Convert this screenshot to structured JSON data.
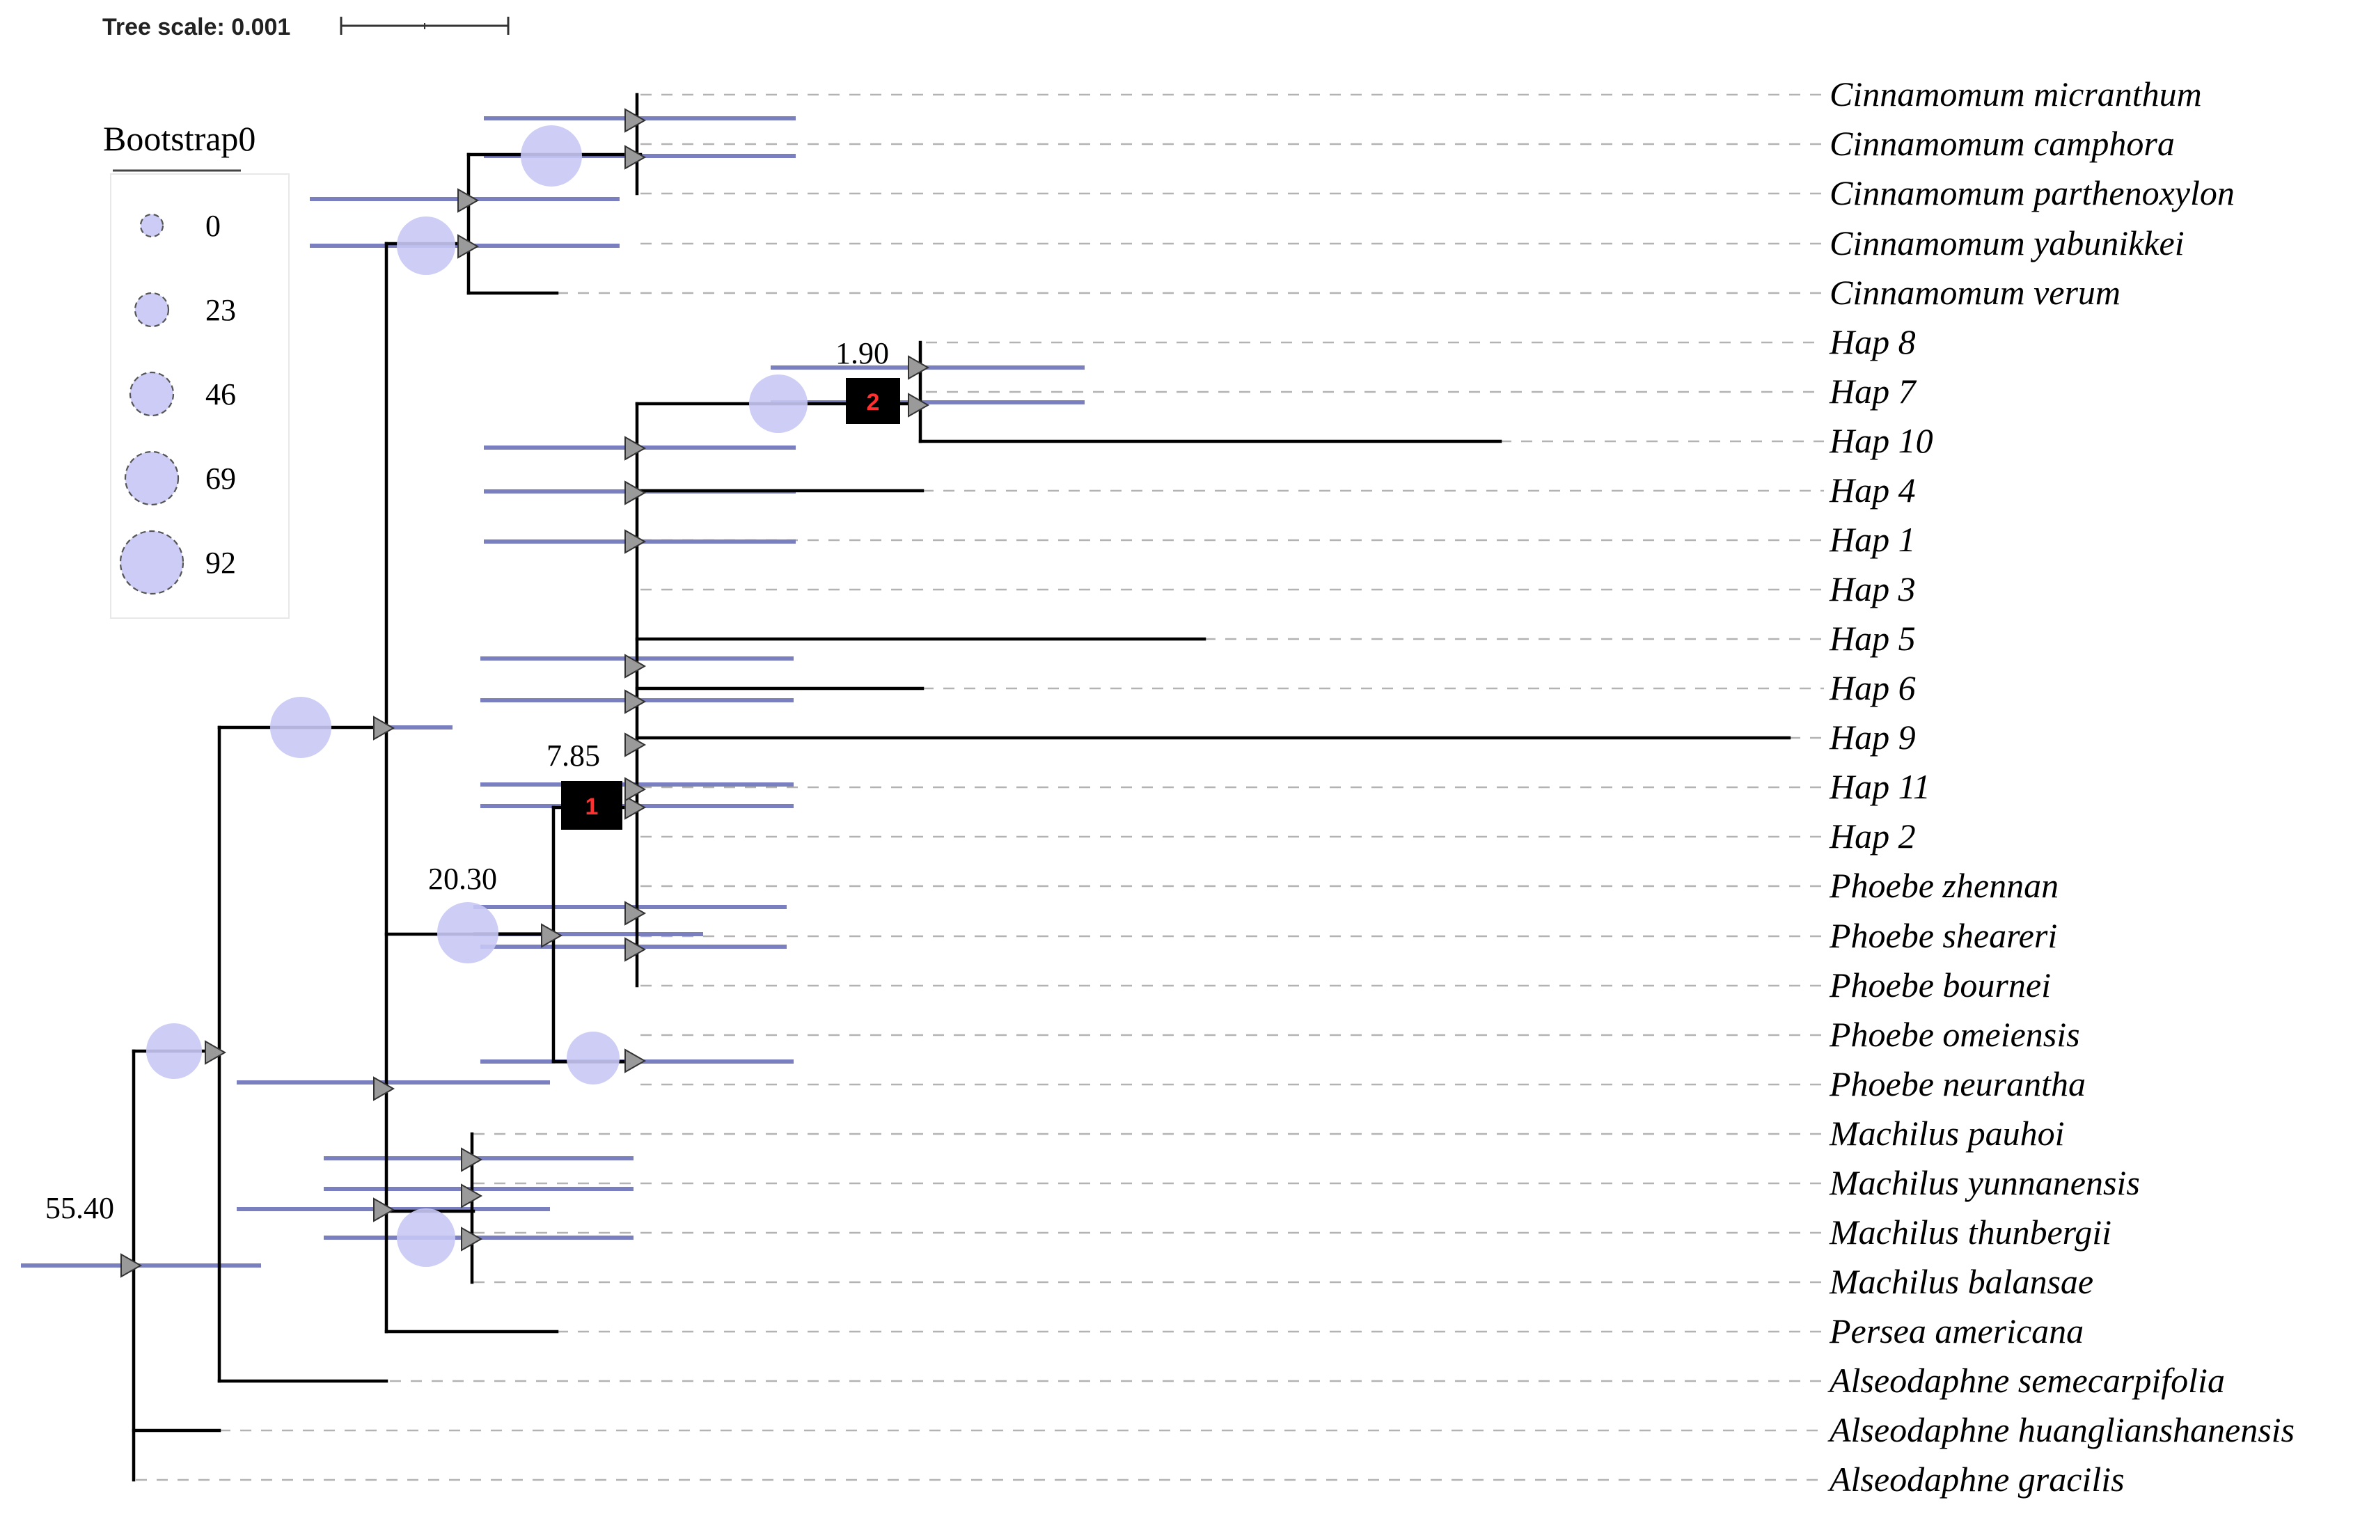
{
  "scale_bar": {
    "label": "Tree scale: 0.001"
  },
  "legend": {
    "title": "Bootstrap0",
    "items": [
      {
        "label": "0",
        "value": 0
      },
      {
        "label": "23",
        "value": 23
      },
      {
        "label": "46",
        "value": 46
      },
      {
        "label": "69",
        "value": 69
      },
      {
        "label": "92",
        "value": 92
      }
    ]
  },
  "taxa": [
    "Cinnamomum micranthum",
    "Cinnamomum camphora",
    "Cinnamomum parthenoxylon",
    "Cinnamomum yabunikkei",
    "Cinnamomum verum",
    "Hap 8",
    "Hap 7",
    "Hap 10",
    "Hap 4",
    "Hap 1",
    "Hap 3",
    "Hap 5",
    "Hap 6",
    "Hap 9",
    "Hap 11",
    "Hap 2",
    "Phoebe zhennan",
    "Phoebe sheareri",
    "Phoebe bournei",
    "Phoebe omeiensis",
    "Phoebe neurantha",
    "Machilus pauhoi",
    "Machilus yunnanensis",
    "Machilus thunbergii",
    "Machilus balansae",
    "Persea americana",
    "Alseodaphne semecarpifolia",
    "Alseodaphne huanglianshanensis",
    "Alseodaphne gracilis"
  ],
  "node_ages": [
    {
      "label": "55.40"
    },
    {
      "label": "20.30"
    },
    {
      "label": "7.85"
    },
    {
      "label": "1.90"
    }
  ],
  "calibrations": [
    {
      "label": "1"
    },
    {
      "label": "2"
    }
  ],
  "colors": {
    "branch": "#000000",
    "error_bar": "#7a7fc0",
    "support_circle": "#c8c8f5",
    "guide_line": "#b3b3b3",
    "calibration_box": "#000000",
    "calibration_text": "#ff3030"
  }
}
